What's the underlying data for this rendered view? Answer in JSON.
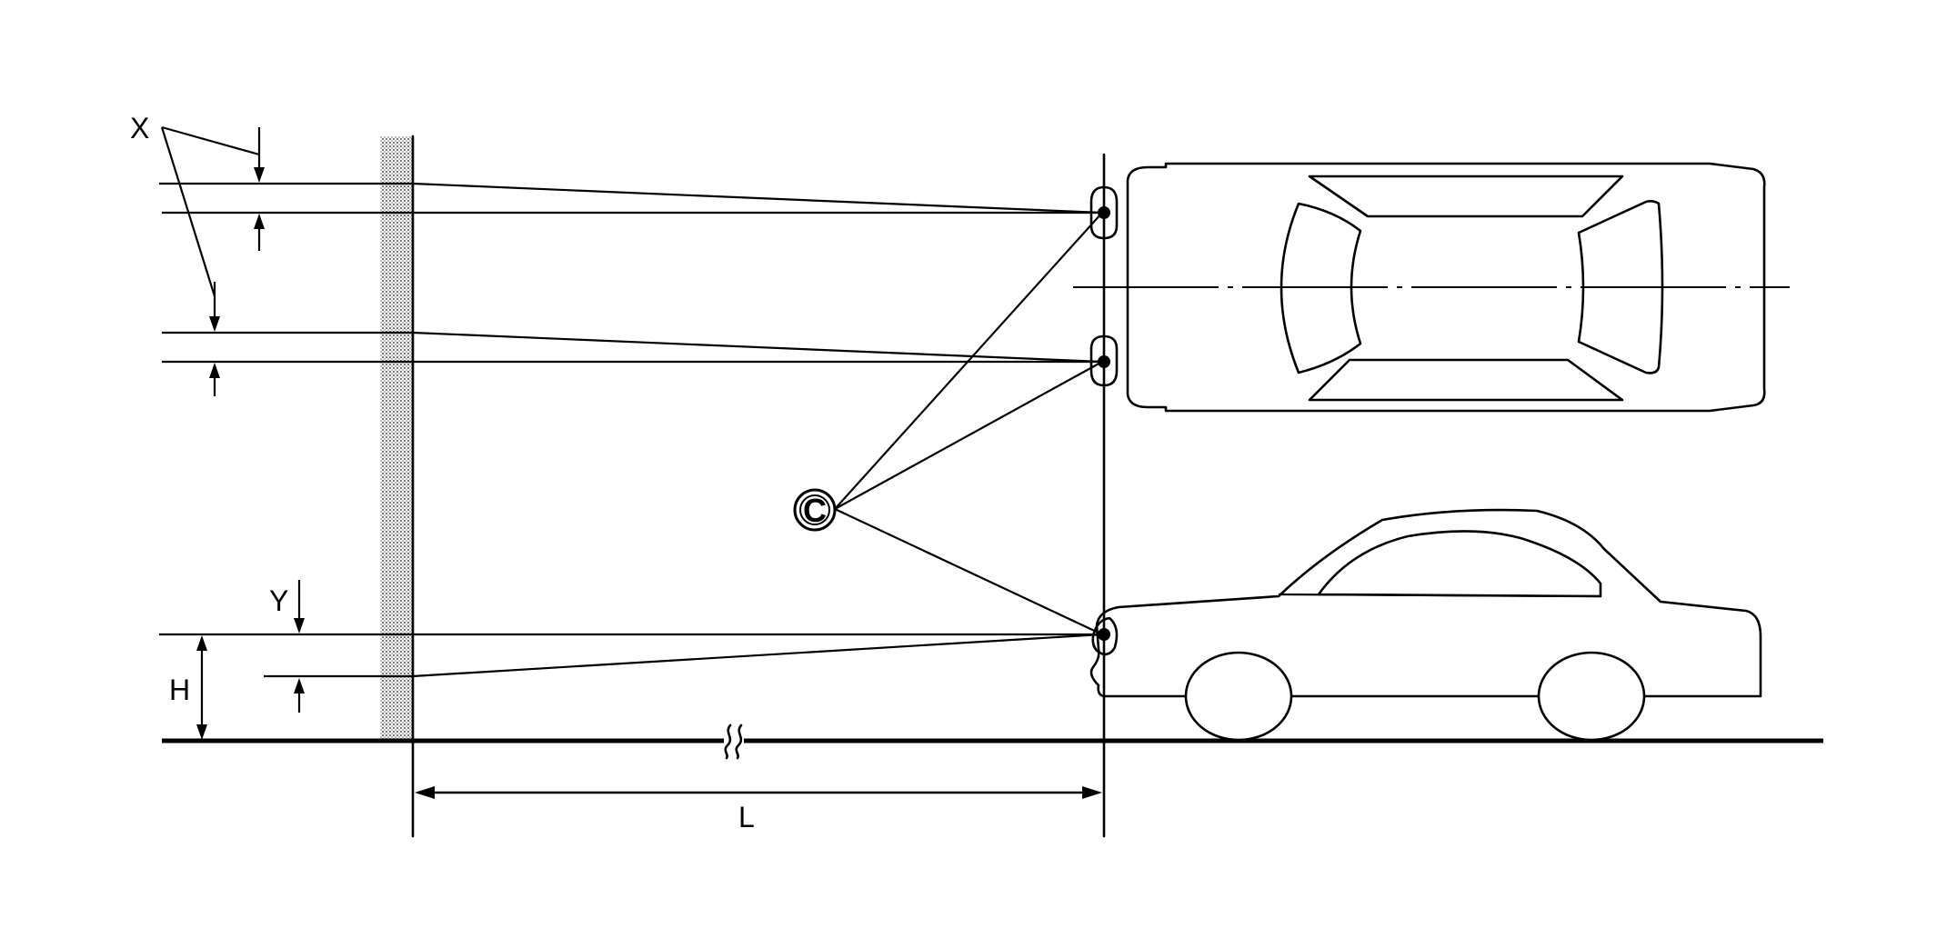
{
  "labels": {
    "x": "X",
    "y": "Y",
    "h": "H",
    "l": "L",
    "c": "C"
  },
  "colors": {
    "line": "#000000",
    "background": "#ffffff",
    "screen_pattern": "#9a9a9a"
  },
  "icons": {
    "screen": "hatched-screen-wall",
    "vehicle_top": "car-top-view",
    "vehicle_side": "car-side-view",
    "break_mark": "break-symbol",
    "reference_point": "circled-letter"
  }
}
